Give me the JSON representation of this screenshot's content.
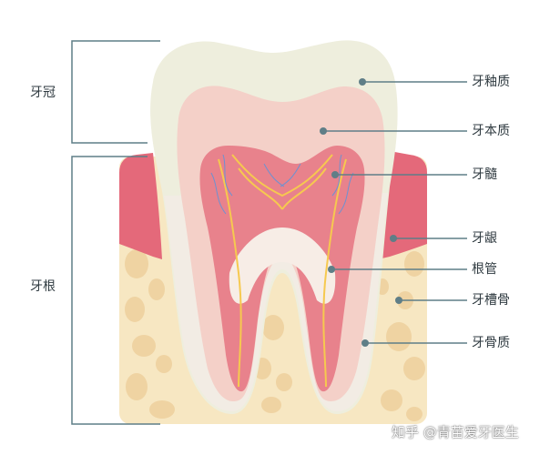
{
  "colors": {
    "enamel": "#eeeedd",
    "dentin": "#f4d0c8",
    "pulp": "#e8828c",
    "gum": "#e4697a",
    "bone": "#f7e7c2",
    "bone_spot": "#efd3a2",
    "line": "#5f7e87",
    "nerve_yellow": "#f6c94f",
    "vessel_blue": "#6c92d2"
  },
  "left_labels": {
    "crown": "牙冠",
    "root": "牙根"
  },
  "right_labels": {
    "enamel": "牙釉质",
    "dentin": "牙本质",
    "pulp": "牙髓",
    "gum": "牙龈",
    "root_canal": "根管",
    "alveolar_bone": "牙槽骨",
    "cementum": "牙骨质"
  },
  "watermark": "知乎 @青苗爱牙医生"
}
